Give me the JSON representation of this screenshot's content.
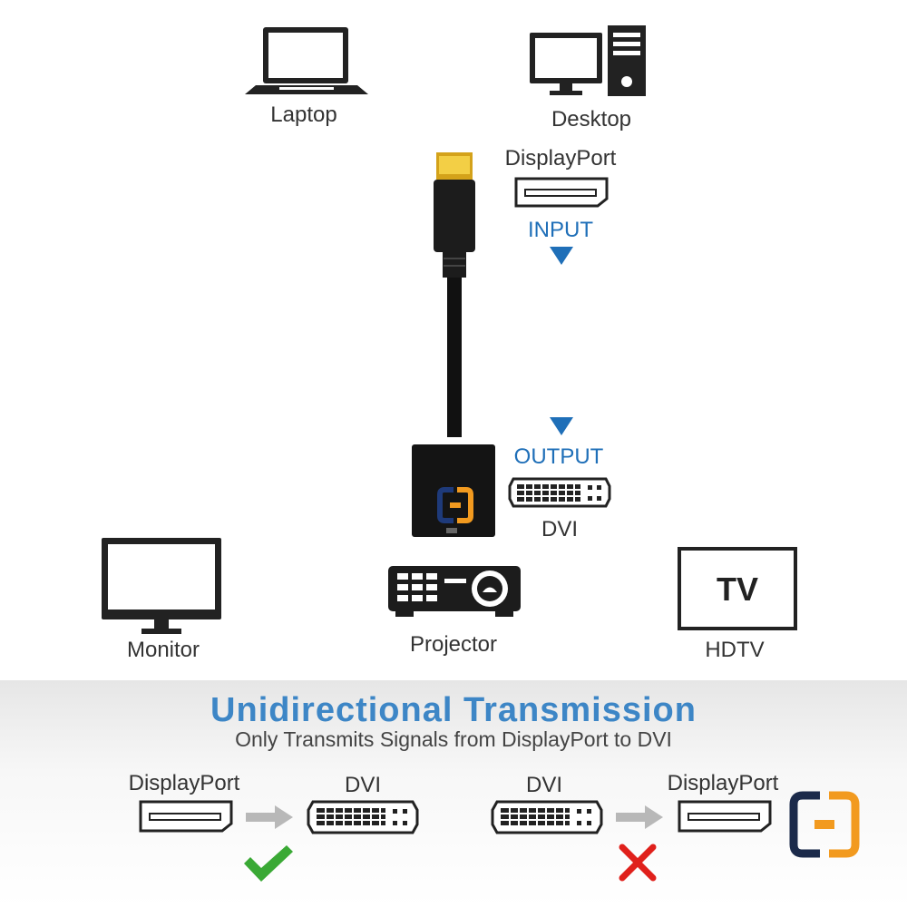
{
  "devices": {
    "laptop_label": "Laptop",
    "desktop_label": "Desktop",
    "monitor_label": "Monitor",
    "projector_label": "Projector",
    "hdtv_label": "HDTV",
    "tv_screen_text": "TV"
  },
  "adapter": {
    "input_port_label": "DisplayPort",
    "input_label": "INPUT",
    "output_label": "OUTPUT",
    "output_port_label": "DVI"
  },
  "transmission": {
    "title": "Unidirectional Transmission",
    "subtitle": "Only Transmits Signals from DisplayPort to DVI",
    "valid": {
      "from_label": "DisplayPort",
      "to_label": "DVI"
    },
    "invalid": {
      "from_label": "DVI",
      "to_label": "DisplayPort"
    }
  },
  "colors": {
    "accent_blue": "#1f6fb8",
    "title_blue": "#3d86c6",
    "check_green": "#3aa935",
    "cross_red": "#e0201b",
    "logo_navy": "#1b2a4a",
    "logo_orange": "#f29a1f"
  }
}
